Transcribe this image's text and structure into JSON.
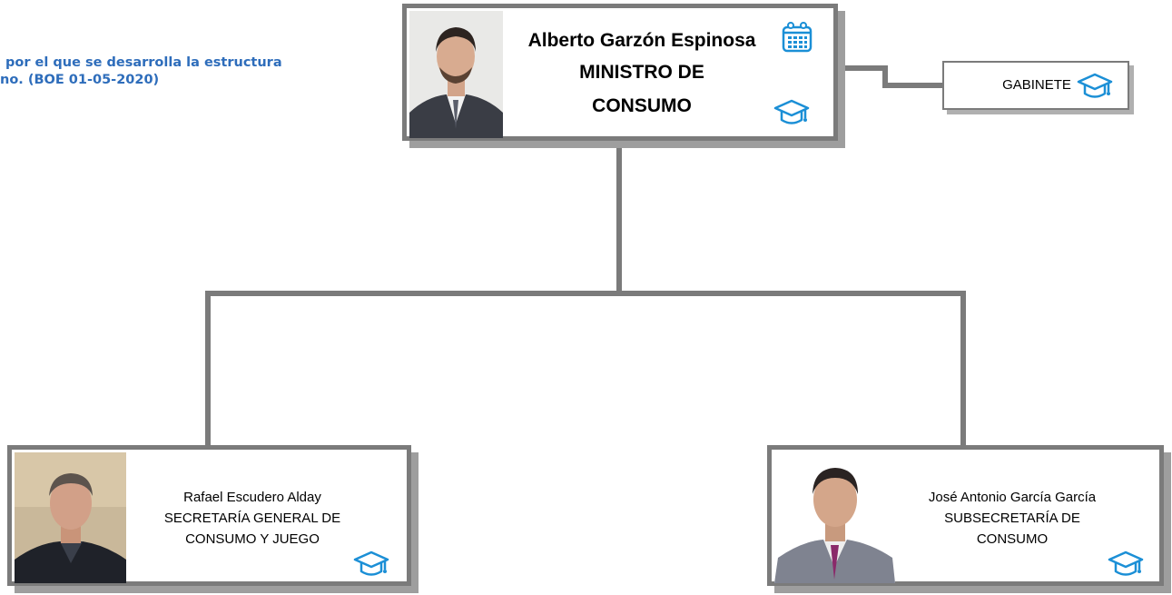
{
  "intro": {
    "line1": "por el que se desarrolla la estructura",
    "line2": "no. (BOE 01-05-2020)"
  },
  "minister": {
    "name": "Alberto Garzón Espinosa",
    "title_line1": "MINISTRO DE",
    "title_line2": "CONSUMO",
    "icons": [
      "calendar-icon",
      "graduation-cap-icon"
    ]
  },
  "cabinet": {
    "label": "GABINETE",
    "icon": "graduation-cap-icon"
  },
  "secretary": {
    "name": "Rafael Escudero Alday",
    "title_line1": "SECRETARÍA GENERAL DE",
    "title_line2": "CONSUMO Y JUEGO",
    "icon": "graduation-cap-icon"
  },
  "undersecretary": {
    "name": "José Antonio García García",
    "title_line1": "SUBSECRETARÍA DE",
    "title_line2": "CONSUMO",
    "icon": "graduation-cap-icon"
  },
  "colors": {
    "border": "#7b7b7b",
    "shadow": "#9e9e9e",
    "icon_blue": "#1b8fd6",
    "intro_text": "#2e6dbb"
  }
}
